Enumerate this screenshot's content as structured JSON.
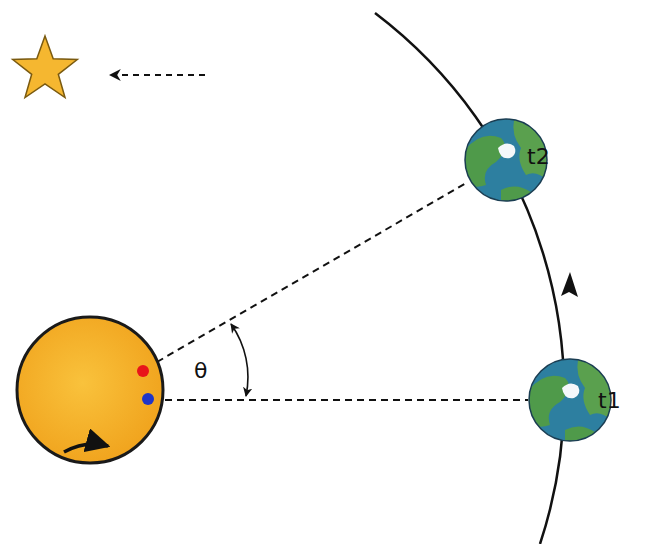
{
  "diagram": {
    "labels": [
      "t2",
      "t1",
      "θ"
    ]
  }
}
